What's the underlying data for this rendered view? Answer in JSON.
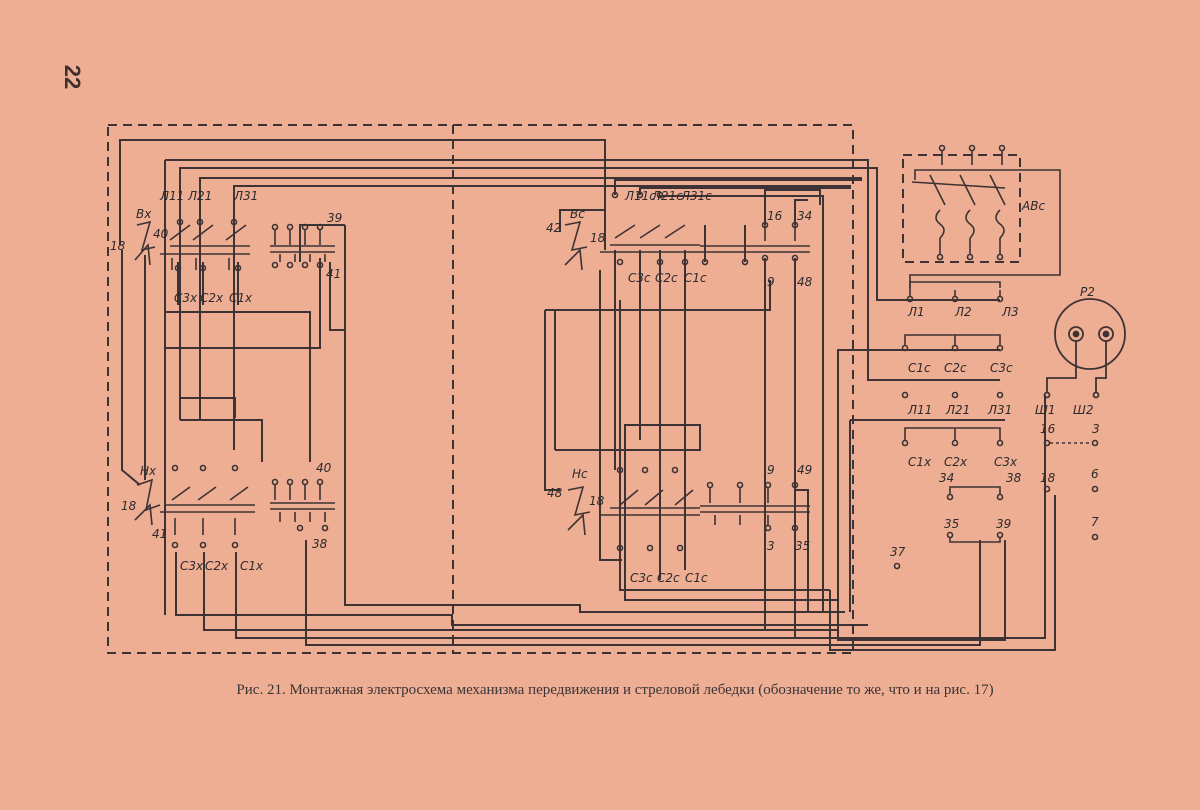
{
  "page": {
    "number": "22",
    "caption": "Рис. 21. Монтажная электросхема механизма передвижения  и стреловой лебедки (обозначение то же, что и на рис. 17)"
  },
  "schematic": {
    "labels": {
      "vx": "Вх",
      "hx": "Нх",
      "vc": "Вс",
      "hc": "Нс",
      "avc": "АВс",
      "p2": "P2",
      "l11": "Л11",
      "l21": "Л21",
      "l31": "Л31",
      "l11c": "Л11с",
      "l21c": "Л21с",
      "l31c": "Л31с",
      "c3x": "С3х",
      "c2x": "С2х",
      "c1x": "С1х",
      "c3c": "С3с",
      "c2c": "С2с",
      "c1c": "С1с",
      "l1": "Л1",
      "l2": "Л2",
      "l3": "Л3",
      "sh1": "Ш1",
      "sh2": "Ш2",
      "n18": "18",
      "n40": "40",
      "n39": "39",
      "n41": "41",
      "n38": "38",
      "n42": "42",
      "n48": "48",
      "n16": "16",
      "n34": "34",
      "n9": "9",
      "n49": "49",
      "n3": "3",
      "n35": "35",
      "n6": "6",
      "n7": "7",
      "n37": "37"
    }
  }
}
